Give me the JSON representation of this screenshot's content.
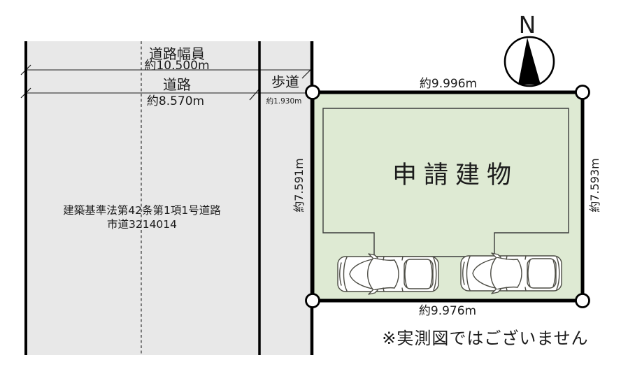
{
  "road": {
    "width_label": "道路幅員",
    "width_value": "約10.500m",
    "road_label": "道路",
    "road_value": "約8.570m",
    "sidewalk_label": "歩道",
    "sidewalk_value": "約1.930m",
    "legal_line1": "建築基準法第42条第1項1号道路",
    "legal_line2": "市道3214014"
  },
  "plot": {
    "top_dim": "約9.996m",
    "bottom_dim": "約9.976m",
    "left_dim": "約7.591m",
    "right_dim": "約7.593m",
    "building_label": "申請建物"
  },
  "compass": {
    "north_label": "N"
  },
  "note": "※実測図ではございません",
  "colors": {
    "road_fill": "#e8e8e8",
    "plot_fill": "#deead3",
    "line": "#000000",
    "thin_line": "#3c3c3c",
    "car_stroke": "#4c4c44"
  }
}
